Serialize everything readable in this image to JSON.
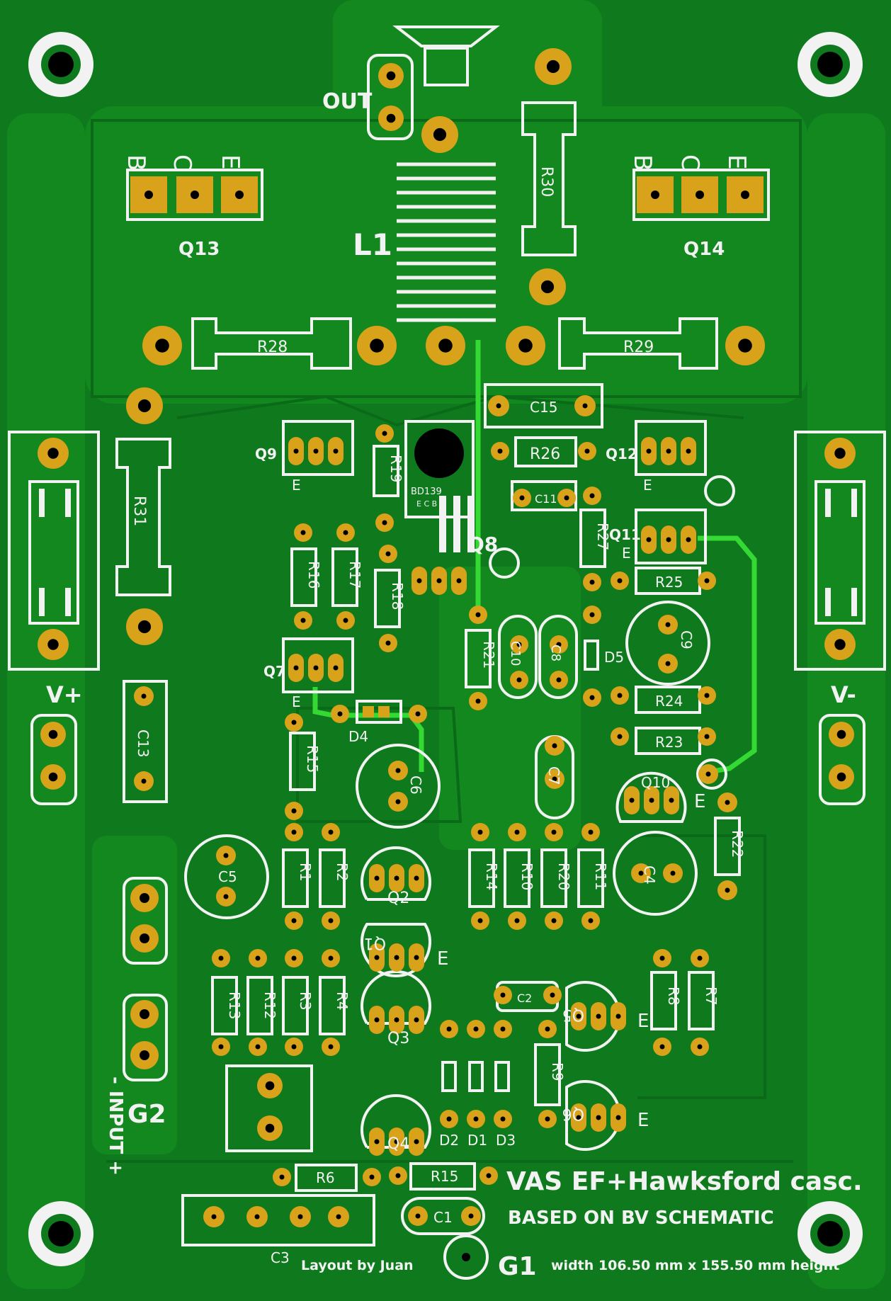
{
  "board": {
    "title": "VAS EF+Hawksford casc.",
    "subtitle": "BASED ON BV SCHEMATIC",
    "author": "Layout by Juan",
    "dimensions": "width 106.50 mm x 155.50 mm height",
    "colors": {
      "board": "#0e7a1d",
      "copper": "#12881f",
      "pad": "#d8a21a",
      "silk": "#f2f2f2",
      "trace": "#34d934",
      "hole": "#000000"
    }
  },
  "labels": {
    "out": "OUT",
    "l1": "L1",
    "q13": "Q13",
    "q14": "Q14",
    "bce": [
      "B",
      "C",
      "E"
    ],
    "vplus": "V+",
    "vminus": "V-",
    "g2": "G2",
    "g1": "G1",
    "input": "- INPUT +",
    "bd139": "BD139",
    "bd139_pins": "E  C  B",
    "e": "E"
  },
  "resistors": {
    "r28": "R28",
    "r29": "R29",
    "r30": "R30",
    "r31": "R31",
    "r26": "R26",
    "r19": "R19",
    "r16": "R16",
    "r17": "R17",
    "r18": "R18",
    "r27": "R27",
    "r25": "R25",
    "r21": "R21",
    "r24": "R24",
    "r23": "R23",
    "r15a": "R15",
    "r22": "R22",
    "r1": "R1",
    "r2": "R2",
    "r14": "R14",
    "r10": "R10",
    "r20": "R20",
    "r11": "R11",
    "r13": "R13",
    "r12": "R12",
    "r3": "R3",
    "r4": "R4",
    "r8": "R8",
    "r7": "R7",
    "r9": "R9",
    "r6": "R6",
    "r15b": "R15"
  },
  "capacitors": {
    "c15": "C15",
    "c11": "C11",
    "c10": "C10",
    "c8": "C8",
    "c9": "C9",
    "c6": "C6",
    "c7": "C7",
    "c13": "C13",
    "c5": "C5",
    "c4": "C4",
    "c2": "C2",
    "c1": "C1",
    "c3": "C3"
  },
  "transistors": {
    "q9": "Q9",
    "q12": "Q12",
    "q8": "Q8",
    "q11": "Q11",
    "q7": "Q7",
    "q10": "Q10",
    "q2": "Q2",
    "q1": "Q1",
    "q3": "Q3",
    "q5": "Q5",
    "q6": "Q6",
    "q4": "Q4"
  },
  "diodes": {
    "d5": "D5",
    "d4": "D4",
    "d2": "D2",
    "d1": "D1",
    "d3": "D3"
  }
}
